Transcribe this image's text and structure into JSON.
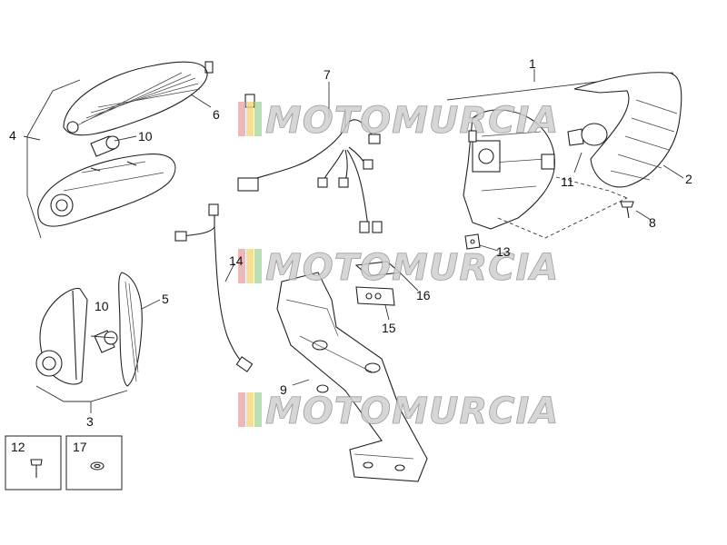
{
  "callouts": [
    "1",
    "2",
    "3",
    "4",
    "5",
    "6",
    "7",
    "8",
    "9",
    "10",
    "10",
    "11",
    "12",
    "13",
    "14",
    "15",
    "16",
    "17"
  ],
  "watermark": {
    "text": "MOTOMURCIA",
    "stripe_colors": [
      "#e8a6a6",
      "#f2d77a",
      "#a9d7a3"
    ]
  },
  "colors": {
    "line": "#222222",
    "background": "#ffffff"
  }
}
